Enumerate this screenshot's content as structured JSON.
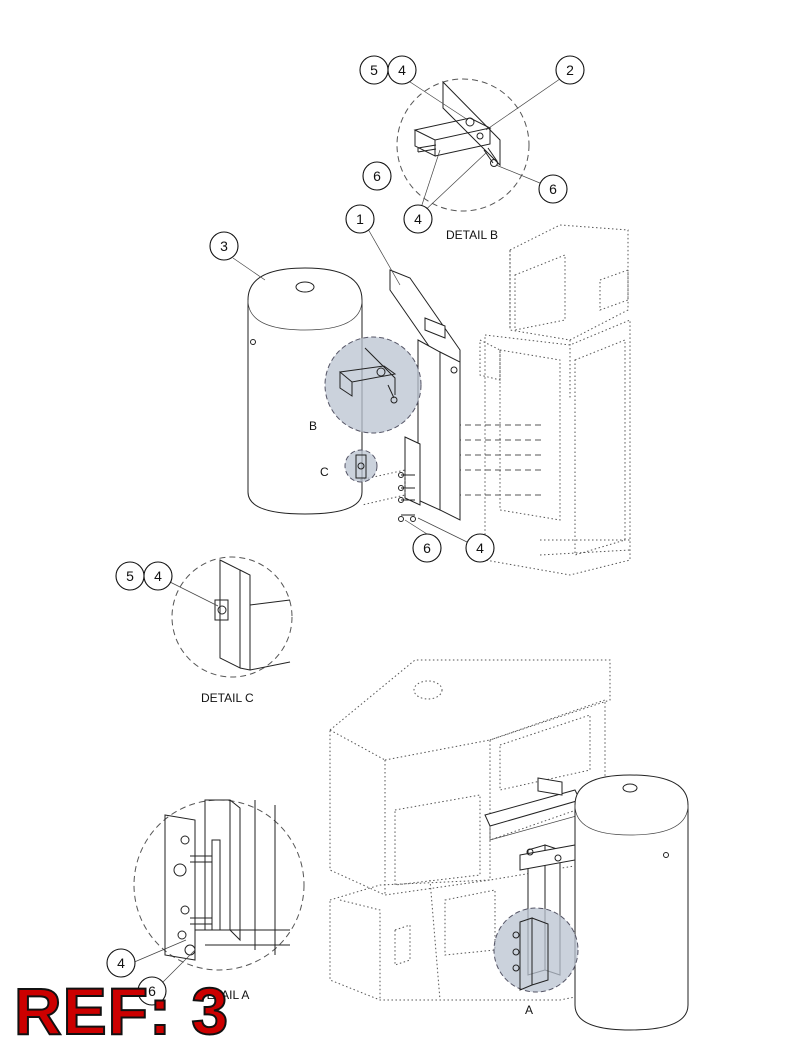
{
  "callouts": {
    "c1": "1",
    "c2": "2",
    "c3": "3",
    "c4a": "4",
    "c4b": "4",
    "c4c": "4",
    "c4d": "4",
    "c4e": "4",
    "c5a": "5",
    "c5b": "5",
    "c6a": "6",
    "c6b": "6",
    "c6c": "6",
    "c6d": "6"
  },
  "labels": {
    "detail_b": "DETAIL B",
    "detail_c": "DETAIL C",
    "detail_a": "DETAIL A",
    "view_b": "B",
    "view_c": "C",
    "view_a": "A"
  },
  "ref_stamp": "REF: 3",
  "colors": {
    "highlight": "#b9c3d0",
    "ref_fill": "#cc0000"
  }
}
